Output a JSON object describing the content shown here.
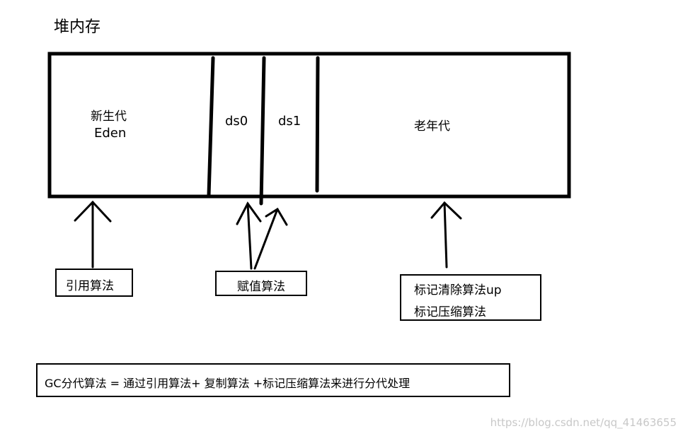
{
  "title": "堆内存",
  "heap": {
    "young_line1": "新生代",
    "young_line2": "Eden",
    "s0": "ds0",
    "s1": "ds1",
    "old": "老年代"
  },
  "boxes": {
    "ref": "引用算法",
    "copy": "赋值算法",
    "mark_line1": "标记清除算法up",
    "mark_line2": "标记压缩算法"
  },
  "summary": "GC分代算法 = 通过引用算法+ 复制算法 +标记压缩算法来进行分代处理",
  "watermark": "https://blog.csdn.net/qq_41463655"
}
